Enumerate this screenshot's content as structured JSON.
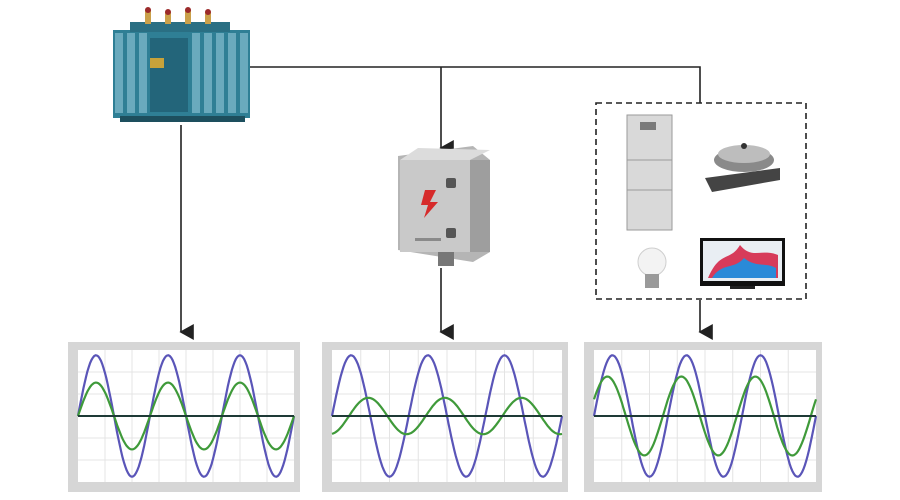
{
  "devices": [
    {
      "id": "transformer",
      "icon": "transformer-icon"
    },
    {
      "id": "distribution-box",
      "icon": "distribution-box-icon"
    },
    {
      "id": "household-appliances",
      "icon": "appliances-group",
      "items": [
        "refrigerator-icon",
        "induction-cooker-icon",
        "light-bulb-icon",
        "television-icon"
      ]
    }
  ],
  "colors": {
    "voltage": "#5a55b8",
    "current": "#3f9a3a",
    "axis": "#1e3a36",
    "line": "#222222",
    "panel": "#d6d6d6"
  },
  "chart_data": [
    {
      "type": "line",
      "series": [
        {
          "values_kind": "sine",
          "amplitude": 1.0,
          "cycles": 3,
          "phase_deg": 0
        },
        {
          "values_kind": "sine",
          "amplitude": 0.55,
          "cycles": 3,
          "phase_deg": 0
        }
      ]
    },
    {
      "type": "line",
      "series": [
        {
          "values_kind": "sine",
          "amplitude": 1.0,
          "cycles": 3,
          "phase_deg": 0
        },
        {
          "values_kind": "sine",
          "amplitude": 0.3,
          "cycles": 3,
          "phase_deg": -80
        }
      ]
    },
    {
      "type": "line",
      "series": [
        {
          "values_kind": "sine",
          "amplitude": 1.0,
          "cycles": 3,
          "phase_deg": 0
        },
        {
          "values_kind": "sine",
          "amplitude": 0.65,
          "cycles": 3,
          "phase_deg": 25
        }
      ]
    }
  ]
}
